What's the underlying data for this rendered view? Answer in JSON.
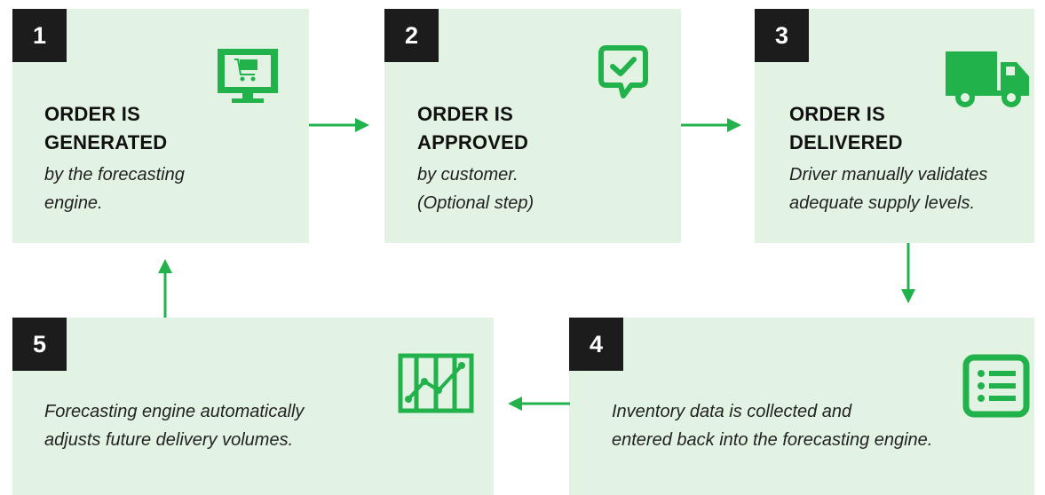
{
  "steps": [
    {
      "number": "1",
      "title_line1": "ORDER IS",
      "title_line2": "GENERATED",
      "desc_line1": "by the forecasting",
      "desc_line2": "engine.",
      "icon": "shopping-cart-monitor-icon"
    },
    {
      "number": "2",
      "title_line1": "ORDER IS",
      "title_line2": "APPROVED",
      "desc_line1": "by customer.",
      "desc_line2": "(Optional step)",
      "icon": "checkmark-speech-bubble-icon"
    },
    {
      "number": "3",
      "title_line1": "ORDER IS",
      "title_line2": "DELIVERED",
      "desc_line1": "Driver manually validates",
      "desc_line2": "adequate supply levels.",
      "icon": "delivery-truck-icon"
    },
    {
      "number": "4",
      "desc_line1": "Inventory data is collected and",
      "desc_line2": "entered back into the forecasting engine.",
      "icon": "list-document-icon"
    },
    {
      "number": "5",
      "desc_line1": "Forecasting engine automatically",
      "desc_line2": "adjusts future delivery volumes.",
      "icon": "line-chart-icon"
    }
  ],
  "colors": {
    "box_background": "#e3f3e3",
    "accent_green": "#22b24c",
    "number_badge": "#1c1c1c"
  }
}
